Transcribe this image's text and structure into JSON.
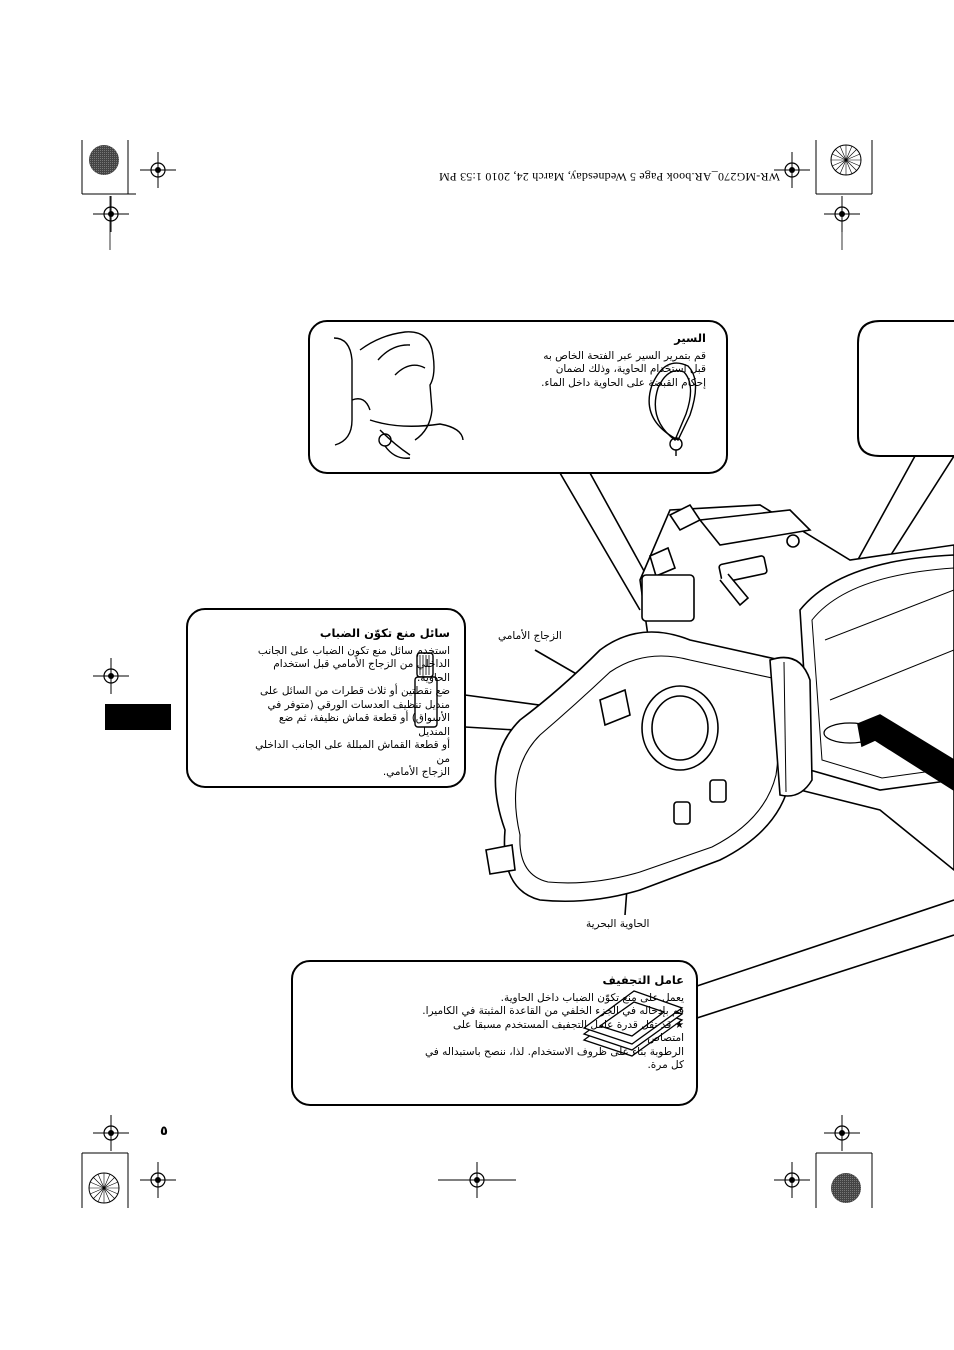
{
  "header": {
    "file_info": "WR-MG270_AR.book  Page 5  Wednesday, March 24, 2010  1:53 PM"
  },
  "page_number": "٥",
  "callouts": {
    "strap": {
      "title": "السير",
      "lines": [
        "قم بتمرير السير عبر الفتحة الخاص به",
        "قبل استخدام الحاوية، وذلك لضمان",
        "إحكام القبضة على الحاوية داخل الماء."
      ]
    },
    "anti_fog": {
      "title": "سائل منع تكوّن الضباب",
      "lines": [
        "استخدم سائل منع تكون الضباب على الجانب",
        "الداخلي من الزجاج الأمامي قبل استخدام",
        "الحاوية.",
        "ضع نقطتين أو ثلاث قطرات من السائل على",
        "منديل تنظيف العدسات الورقي (متوفر في",
        "الأسواق) أو قطعة قماش نظيفة، ثم ضع المنديل",
        "أو قطعة القماش المبللة على الجانب الداخلي من",
        "الزجاج الأمامي."
      ]
    },
    "desiccant": {
      "title": "عامل التجفيف",
      "lines": [
        "يعمل على منع تكوّن الضباب داخل الحاوية.",
        "قم بإدخاله في الجزء الخلفي من القاعدة المثبتة في الكاميرا.",
        "★ قد تقل قدرة عامل التجفيف المستخدم مسبقا على امتصاص",
        "الرطوبة بناء على ظروف الاستخدام. لذا، ننصح باستبداله في",
        "كل مرة."
      ]
    }
  },
  "labels": {
    "front_glass": "الزجاج الأمامي",
    "marine_case": "الحاوية البحرية"
  },
  "colors": {
    "ink": "#000000",
    "tab": "#000000",
    "registration_dot": "#333333"
  }
}
